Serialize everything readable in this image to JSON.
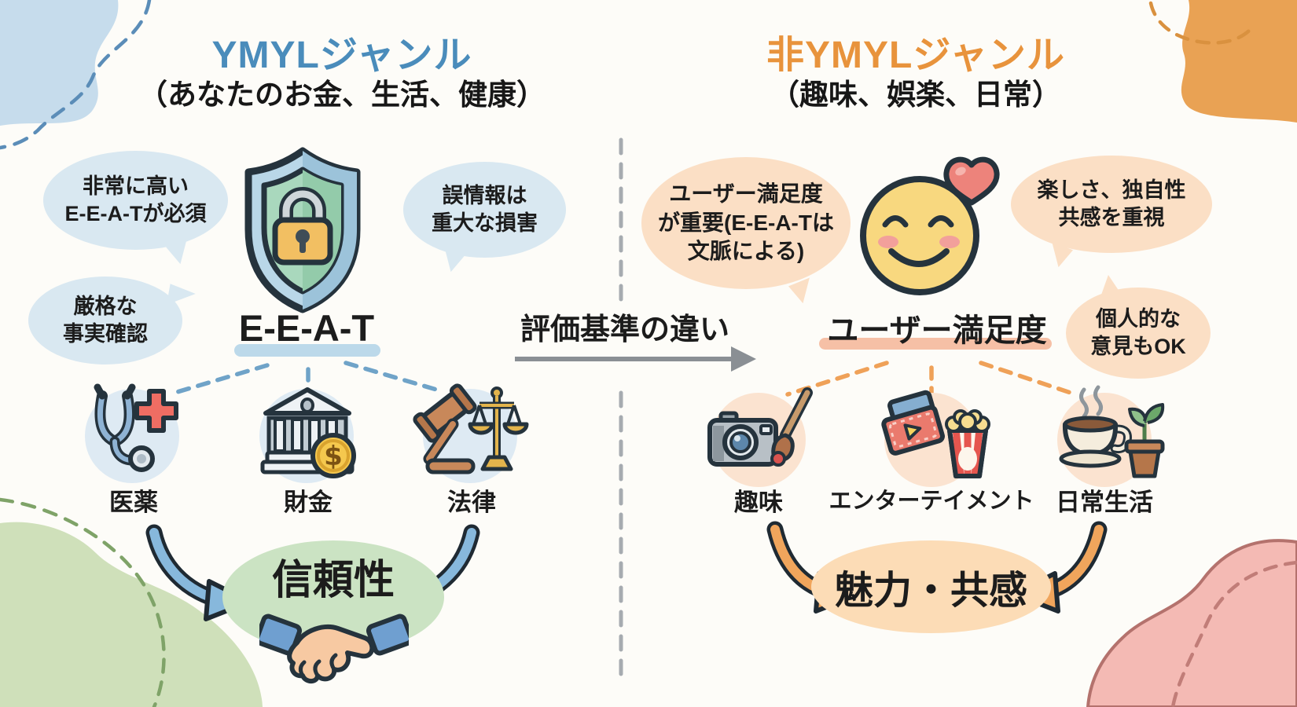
{
  "left": {
    "title": "YMYLジャンル",
    "subtitle": "（あなたのお金、生活、健康）",
    "core_label": "E-E-A-T",
    "core_icon": "shield-lock-icon",
    "bubbles": [
      {
        "text": "非常に高い\nE-E-A-Tが必須"
      },
      {
        "text": "誤情報は\n重大な損害"
      },
      {
        "text": "厳格な\n事実確認"
      }
    ],
    "categories": [
      {
        "label": "医薬",
        "icon": "medical-icon"
      },
      {
        "label": "財金",
        "icon": "bank-coin-icon"
      },
      {
        "label": "法律",
        "icon": "gavel-scales-icon"
      }
    ],
    "outcome": "信頼性",
    "outcome_icon": "handshake-icon"
  },
  "center": {
    "label": "評価基準の違い"
  },
  "right": {
    "title": "非YMYLジャンル",
    "subtitle": "（趣味、娯楽、日常）",
    "core_label": "ユーザー満足度",
    "core_icon": "smiley-heart-icon",
    "bubbles": [
      {
        "text": "ユーザー満足度\nが重要(E-E-A-Tは\n文脈による)"
      },
      {
        "text": "楽しさ、独自性\n共感を重視"
      },
      {
        "text": "個人的な\n意見もOK"
      }
    ],
    "categories": [
      {
        "label": "趣味",
        "icon": "camera-brush-icon"
      },
      {
        "label": "エンターテイメント",
        "icon": "tickets-popcorn-icon"
      },
      {
        "label": "日常生活",
        "icon": "coffee-plant-icon"
      }
    ],
    "outcome": "魅力・共感"
  },
  "icons": {
    "coin_symbol": "$"
  },
  "colors": {
    "left_accent": "#4a8cbb",
    "right_accent": "#e8933c",
    "left_bubble": "#d9e8f1",
    "right_bubble": "#fbdfc5",
    "left_outcome_bg": "#cbe3c3",
    "right_outcome_bg": "#fcdcb6",
    "left_connector": "#6fa3c8",
    "right_connector": "#efa158",
    "divider": "#a6abb0"
  }
}
